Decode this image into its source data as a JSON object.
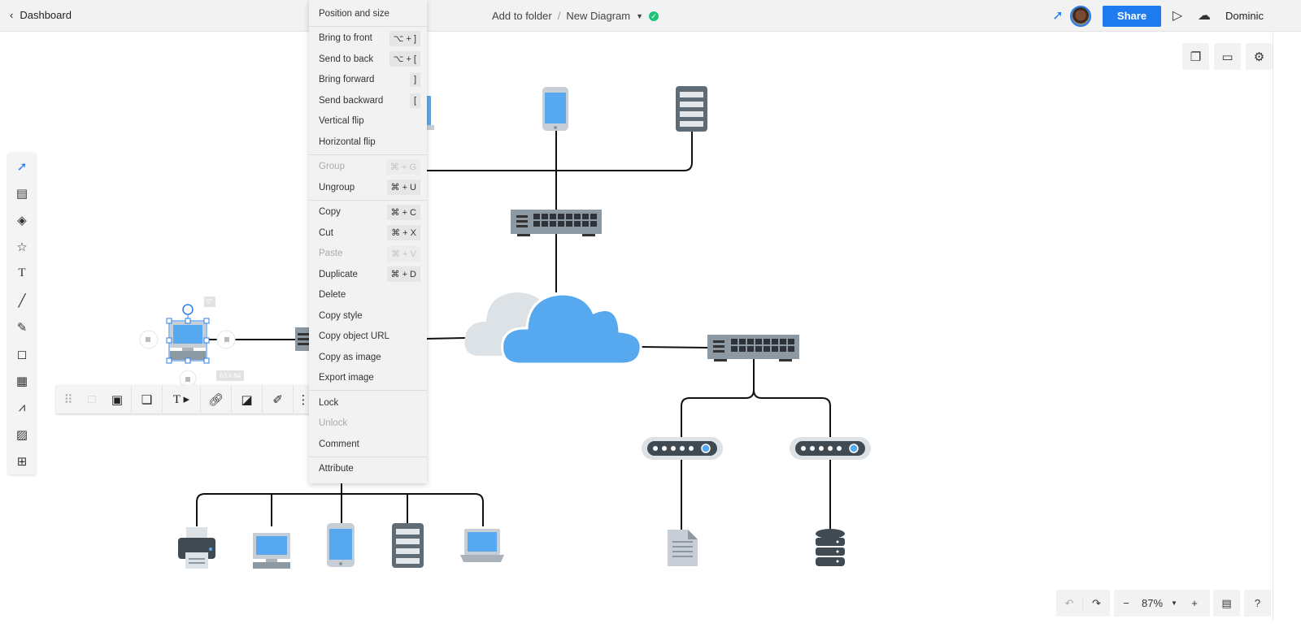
{
  "header": {
    "back_label": "Dashboard",
    "folder": "Add to folder",
    "separator": "/",
    "diagram_name": "New Diagram",
    "share_label": "Share",
    "user_name": "Dominic"
  },
  "context_menu": {
    "items": [
      {
        "label": "Position and size",
        "shortcut": "",
        "disabled": false,
        "sep_after": true
      },
      {
        "label": "Bring to front",
        "shortcut": "⌥ + ]",
        "disabled": false
      },
      {
        "label": "Send to back",
        "shortcut": "⌥ + [",
        "disabled": false
      },
      {
        "label": "Bring forward",
        "shortcut": "]",
        "disabled": false
      },
      {
        "label": "Send backward",
        "shortcut": "[",
        "disabled": false
      },
      {
        "label": "Vertical flip",
        "shortcut": "",
        "disabled": false
      },
      {
        "label": "Horizontal flip",
        "shortcut": "",
        "disabled": false,
        "sep_after": true
      },
      {
        "label": "Group",
        "shortcut": "⌘ + G",
        "disabled": true
      },
      {
        "label": "Ungroup",
        "shortcut": "⌘ + U",
        "disabled": false,
        "sep_after": true
      },
      {
        "label": "Copy",
        "shortcut": "⌘ + C",
        "disabled": false
      },
      {
        "label": "Cut",
        "shortcut": "⌘ + X",
        "disabled": false
      },
      {
        "label": "Paste",
        "shortcut": "⌘ + V",
        "disabled": true
      },
      {
        "label": "Duplicate",
        "shortcut": "⌘ + D",
        "disabled": false
      },
      {
        "label": "Delete",
        "shortcut": "",
        "disabled": false
      },
      {
        "label": "Copy style",
        "shortcut": "",
        "disabled": false
      },
      {
        "label": "Copy object URL",
        "shortcut": "",
        "disabled": false
      },
      {
        "label": "Copy as image",
        "shortcut": "",
        "disabled": false
      },
      {
        "label": "Export image",
        "shortcut": "",
        "disabled": false,
        "sep_after": true
      },
      {
        "label": "Lock",
        "shortcut": "",
        "disabled": false
      },
      {
        "label": "Unlock",
        "shortcut": "",
        "disabled": true
      },
      {
        "label": "Comment",
        "shortcut": "",
        "disabled": false,
        "sep_after": true
      },
      {
        "label": "Attribute",
        "shortcut": "",
        "disabled": false
      }
    ]
  },
  "left_toolbar": [
    "select",
    "template",
    "shapes",
    "star",
    "text",
    "line",
    "pen",
    "sticky-note",
    "table",
    "chart",
    "image",
    "frame"
  ],
  "selection": {
    "rotation": "0°",
    "size": "63 x 64"
  },
  "zoom": {
    "level": "87%"
  },
  "colors": {
    "accent": "#1f7cf0",
    "device_blue": "#56a8ef",
    "device_gray": "#5f6b75",
    "status_ok": "#1fc47a"
  }
}
